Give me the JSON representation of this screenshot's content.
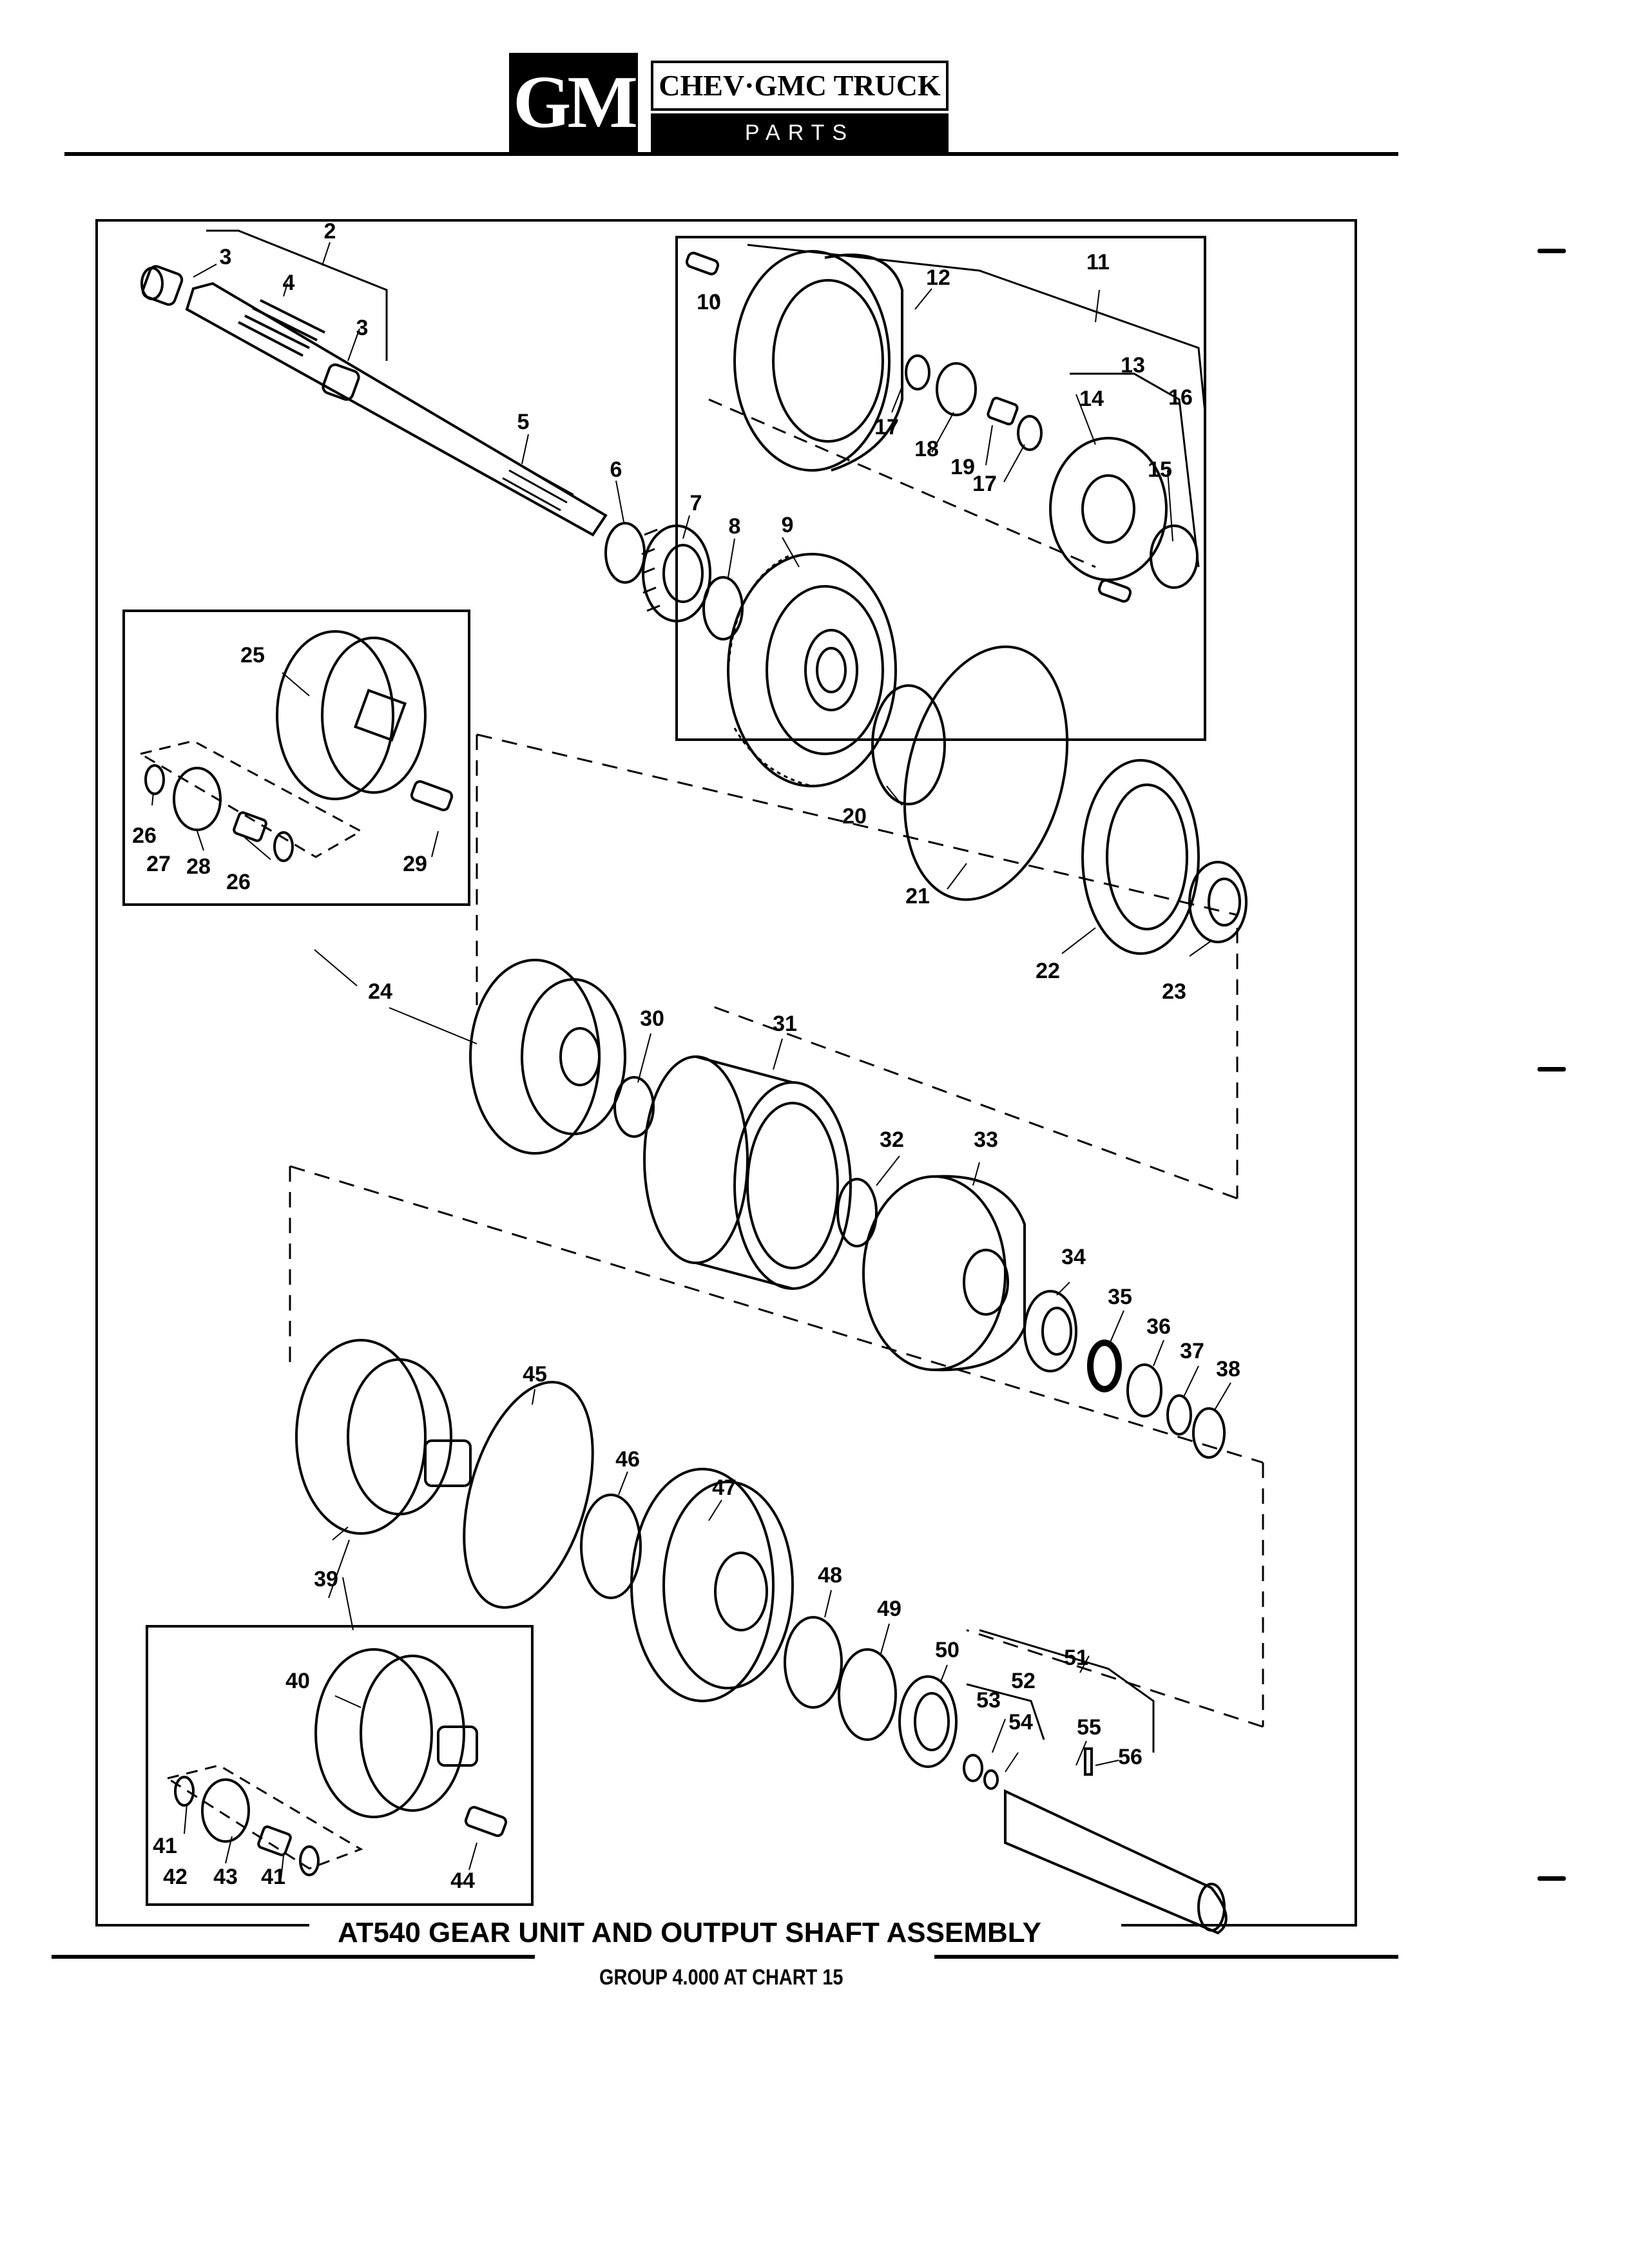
{
  "header": {
    "logo_text": "GM",
    "brand_title": "CHEV·GMC TRUCK",
    "brand_subtitle": "PARTS CATALOGUE"
  },
  "diagram": {
    "title": "AT540 GEAR UNIT AND OUTPUT SHAFT ASSEMBLY",
    "callouts": [
      "2",
      "3",
      "3",
      "4",
      "5",
      "6",
      "7",
      "8",
      "9",
      "10",
      "11",
      "12",
      "13",
      "14",
      "15",
      "16",
      "17",
      "17",
      "18",
      "19",
      "20",
      "21",
      "22",
      "23",
      "24",
      "25",
      "26",
      "26",
      "27",
      "28",
      "29",
      "30",
      "31",
      "32",
      "33",
      "34",
      "35",
      "36",
      "37",
      "38",
      "39",
      "40",
      "41",
      "41",
      "42",
      "43",
      "44",
      "45",
      "46",
      "47",
      "48",
      "49",
      "50",
      "51",
      "52",
      "53",
      "54",
      "55",
      "56"
    ]
  },
  "footer": {
    "group_text": "GROUP 4.000 AT CHART 15"
  }
}
